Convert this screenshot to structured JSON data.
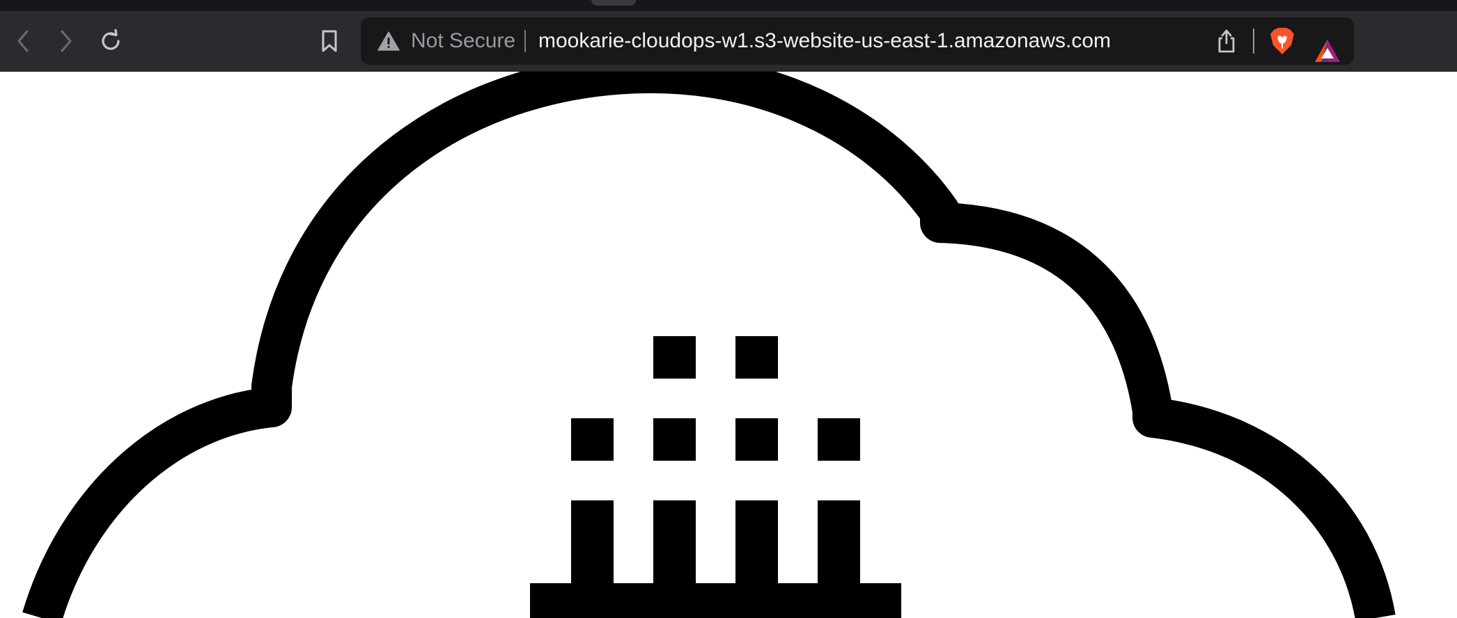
{
  "browser": {
    "security_label": "Not Secure",
    "url": "mookarie-cloudops-w1.s3-website-us-east-1.amazonaws.com",
    "icons": {
      "back": "chevron-left-icon",
      "forward": "chevron-right-icon",
      "reload": "reload-icon",
      "bookmark": "bookmark-icon",
      "warning": "warning-triangle-icon",
      "share": "share-icon",
      "brave_shields": "brave-lion-icon",
      "rewards": "brave-rewards-triangle-icon"
    },
    "colors": {
      "toolbar": "#2a2a2f",
      "address_bar": "#18181b",
      "brave_orange": "#fb542b"
    }
  },
  "page": {
    "logo": "cloud-with-blocks-logo"
  }
}
